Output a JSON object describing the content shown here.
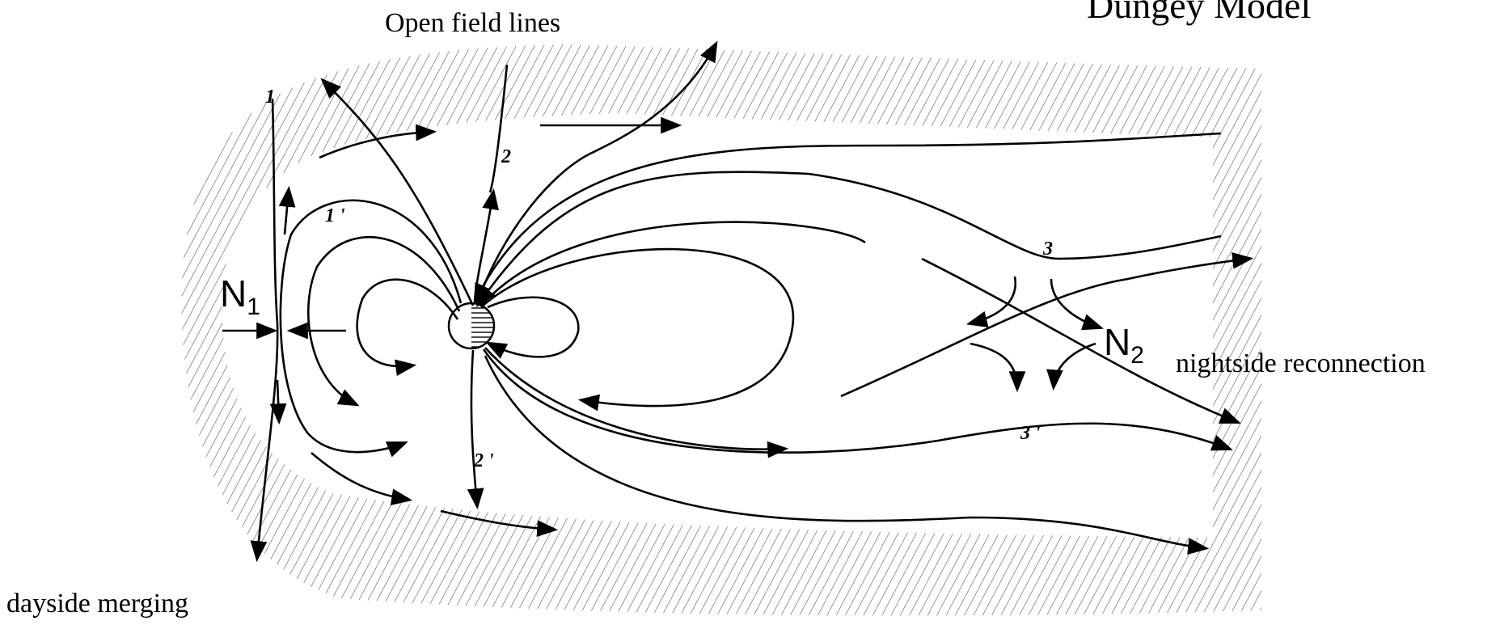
{
  "title": "Dungey Model",
  "labels": {
    "open_field_lines": "Open field lines",
    "dayside_merging": "dayside merging",
    "nightside_reconnection": "nightside reconnection"
  },
  "x_points": {
    "n1": {
      "base": "N",
      "sub": "1"
    },
    "n2": {
      "base": "N",
      "sub": "2"
    }
  },
  "line_numbers": {
    "l1": "1",
    "l1p": "1 '",
    "l2": "2",
    "l2p": "2 '",
    "l3": "3",
    "l3p": "3 '"
  }
}
